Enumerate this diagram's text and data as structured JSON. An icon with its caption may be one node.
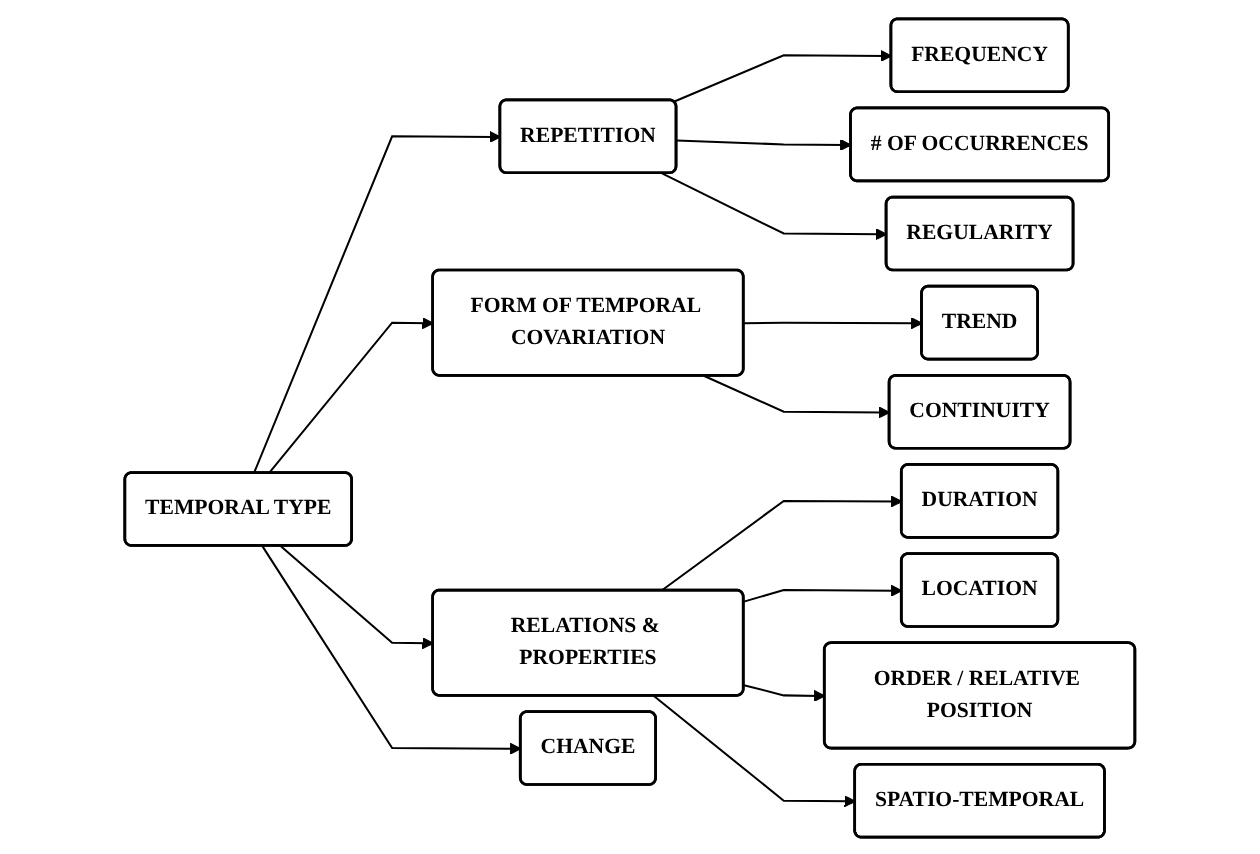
{
  "diagram": {
    "nodes": [
      {
        "text": [
          "TEMPORAL TYPE"
        ]
      },
      {
        "text": [
          "REPETITION"
        ]
      },
      {
        "text": [
          "FORM OF TEMPORAL COVARIATION"
        ]
      },
      {
        "text": [
          "RELATIONS & PROPERTIES"
        ]
      },
      {
        "text": [
          "CHANGE"
        ]
      },
      {
        "text": [
          "FREQUENCY"
        ]
      },
      {
        "text": [
          "# OF OCCURRENCES"
        ]
      },
      {
        "text": [
          "REGULARITY"
        ]
      },
      {
        "text": [
          "TREND"
        ]
      },
      {
        "text": [
          "CONTINUITY"
        ]
      },
      {
        "text": [
          "DURATION"
        ]
      },
      {
        "text": [
          "LOCATION"
        ]
      },
      {
        "text": [
          "ORDER / RELATIVE POSITION"
        ]
      },
      {
        "text": [
          "SPATIO-TEMPORAL"
        ]
      }
    ],
    "edges": [
      {
        "from": 0,
        "to": 1,
        "arrow": "to"
      },
      {
        "from": 0,
        "to": 2,
        "arrow": "to"
      },
      {
        "from": 0,
        "to": 3,
        "arrow": "to"
      },
      {
        "from": 0,
        "to": 4,
        "arrow": "to"
      },
      {
        "from": 1,
        "to": 5,
        "arrow": "to"
      },
      {
        "from": 1,
        "to": 6,
        "arrow": "to"
      },
      {
        "from": 1,
        "to": 7,
        "arrow": "to"
      },
      {
        "from": 2,
        "to": 8,
        "arrow": "to"
      },
      {
        "from": 2,
        "to": 9,
        "arrow": "to"
      },
      {
        "from": 3,
        "to": 10,
        "arrow": "to"
      },
      {
        "from": 3,
        "to": 11,
        "arrow": "to"
      },
      {
        "from": 3,
        "to": 12,
        "arrow": "to"
      },
      {
        "from": 3,
        "to": 13,
        "arrow": "to"
      }
    ]
  }
}
